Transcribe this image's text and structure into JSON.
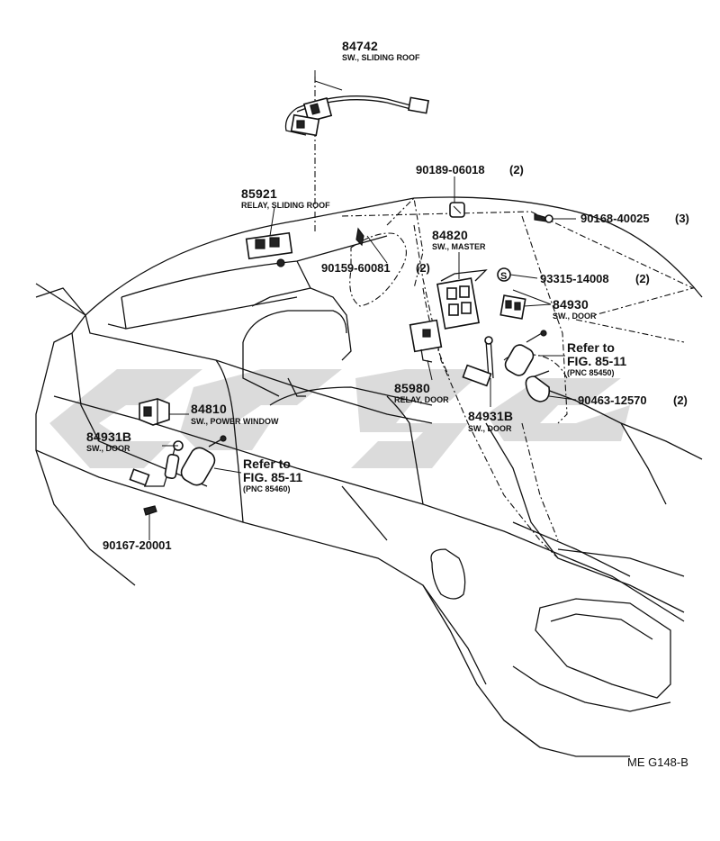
{
  "diagram_code": "ME G148-B",
  "parts": [
    {
      "number": "84742",
      "description": "SW., SLIDING ROOF"
    },
    {
      "number": "85921",
      "description": "RELAY, SLIDING ROOF"
    },
    {
      "number": "90189-06018",
      "qty": "(2)"
    },
    {
      "number": "90168-40025",
      "qty": "(3)"
    },
    {
      "number": "84820",
      "description": "SW., MASTER"
    },
    {
      "number": "90159-60081",
      "qty": "(2)"
    },
    {
      "number": "93315-14008",
      "qty": "(2)",
      "marker": "S"
    },
    {
      "number": "84930",
      "description": "SW., DOOR"
    },
    {
      "number": "85980",
      "description": "RELAY, DOOR"
    },
    {
      "number": "90463-12570",
      "qty": "(2)"
    },
    {
      "number": "84931B",
      "description": "SW., DOOR"
    },
    {
      "number": "84810",
      "description": "SW., POWER WINDOW"
    },
    {
      "number": "84931B",
      "description": "SW., DOOR"
    },
    {
      "number": "90167-20001"
    }
  ],
  "references": [
    {
      "line1": "Refer to",
      "line2": "FIG. 85-11",
      "pnc": "(PNC 85450)"
    },
    {
      "line1": "Refer to",
      "line2": "FIG. 85-11",
      "pnc": "(PNC 85460)"
    }
  ]
}
